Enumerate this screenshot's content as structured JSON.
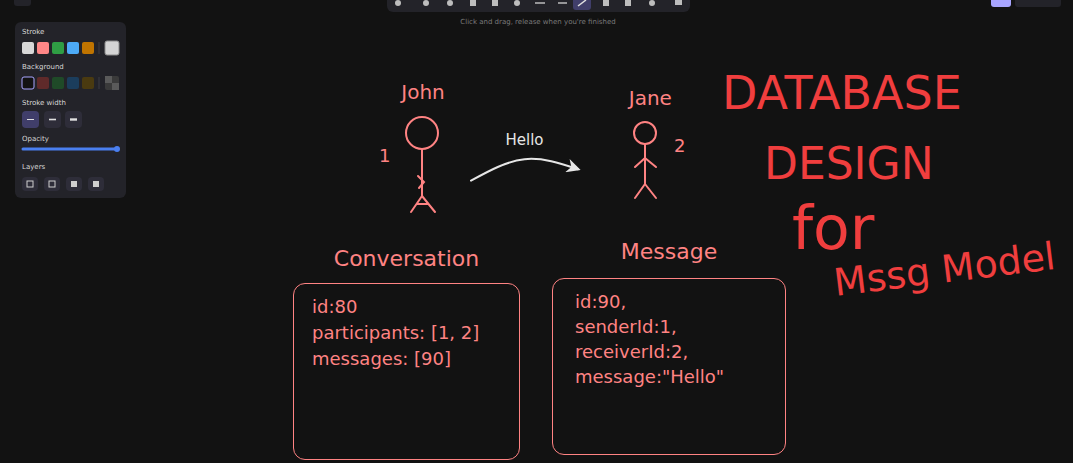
{
  "diagram": {
    "title": "DATABASE DESIGN for Mssg Model",
    "nodes": [
      {
        "text": [
          "John",
          "1"
        ]
      },
      {
        "text": [
          "Jane",
          "2"
        ]
      },
      {
        "text": [
          "Conversation",
          "id:80 participants: [1, 2] messages: [90]"
        ]
      },
      {
        "text": [
          "Message",
          "id:90, senderId:1, receiverId:2, message:\"Hello\""
        ]
      }
    ],
    "edges": [
      {
        "from": 0,
        "to": 1,
        "label": "Hello",
        "arrow": "to"
      }
    ],
    "labels": [
      "Stroke",
      "Background",
      "Stroke width",
      "Opacity",
      "Layers",
      "Click and drag, release when you're finished"
    ]
  }
}
